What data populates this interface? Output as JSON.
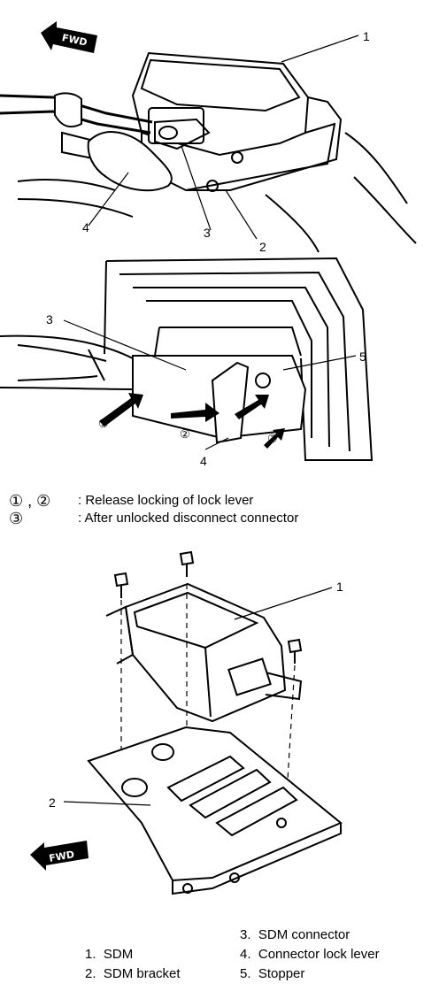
{
  "figure1": {
    "fwd": "FWD",
    "callouts": [
      "1",
      "2",
      "3",
      "4"
    ]
  },
  "figure2": {
    "callouts": [
      "3",
      "4",
      "5"
    ],
    "step_marks": [
      "①",
      "②",
      "③"
    ]
  },
  "caption": {
    "line1_marks": "① , ②",
    "line1_text": ": Release locking of lock lever",
    "line2_marks": "③",
    "line2_text": ": After unlocked disconnect connector"
  },
  "figure3": {
    "fwd": "FWD",
    "callouts": [
      "1",
      "2"
    ]
  },
  "legend": [
    {
      "num": "1.",
      "label": "SDM"
    },
    {
      "num": "2.",
      "label": "SDM bracket"
    },
    {
      "num": "3.",
      "label": "SDM connector"
    },
    {
      "num": "4.",
      "label": "Connector lock lever"
    },
    {
      "num": "5.",
      "label": "Stopper"
    }
  ]
}
